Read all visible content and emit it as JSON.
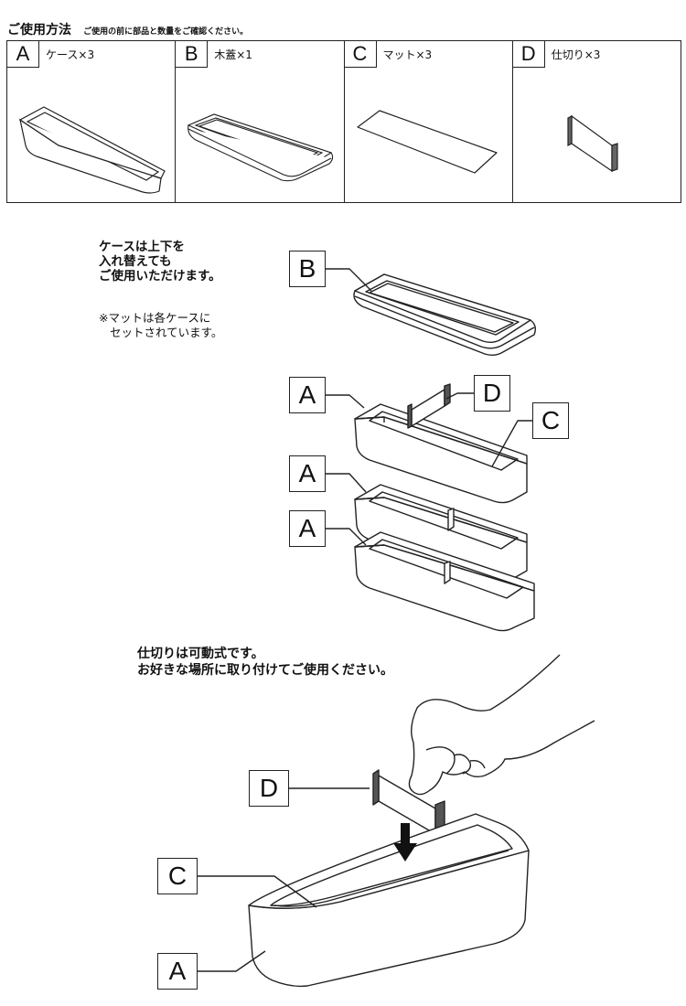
{
  "header": {
    "title": "ご使用方法",
    "subtitle": "ご使用の前に部品と数量をご確認ください。"
  },
  "parts": [
    {
      "letter": "A",
      "name": "ケース×3"
    },
    {
      "letter": "B",
      "name": "木蓋×1"
    },
    {
      "letter": "C",
      "name": "マット×3"
    },
    {
      "letter": "D",
      "name": "仕切り×3"
    }
  ],
  "note": {
    "line1": "ケースは上下を",
    "line2": "入れ替えても",
    "line3": "ご使用いただけます。",
    "small1": "※マットは各ケースに",
    "small2": "セットされています。"
  },
  "assembly_labels": {
    "b": "B",
    "a1": "A",
    "a2": "A",
    "a3": "A",
    "c": "C",
    "d": "D"
  },
  "instruction": {
    "line1": "仕切りは可動式です。",
    "line2": "お好きな場所に取り付けてご使用ください。"
  },
  "usage_labels": {
    "d": "D",
    "c": "C",
    "a": "A"
  }
}
